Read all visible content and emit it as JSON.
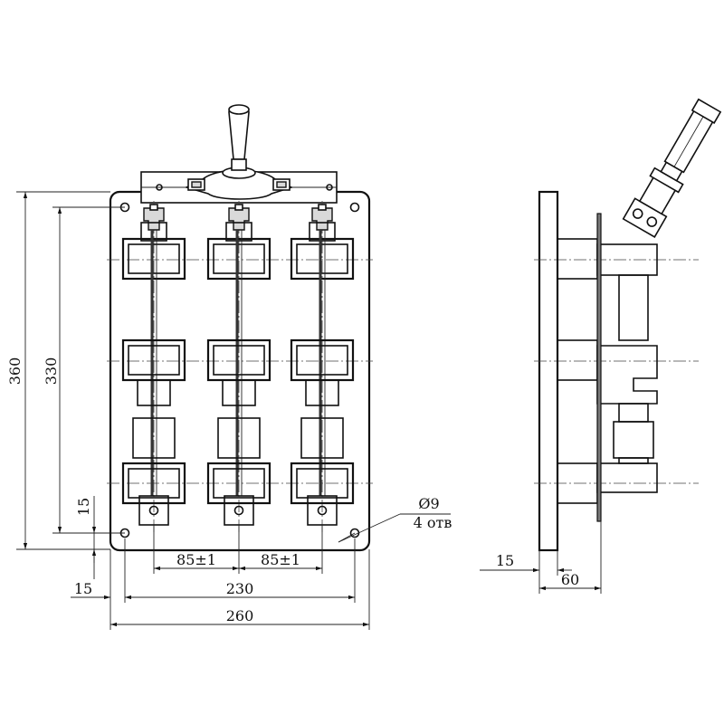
{
  "dimensions": {
    "height_overall": "360",
    "height_holes": "330",
    "bottom_offset": "15",
    "pole_pitch_left": "85±1",
    "pole_pitch_right": "85±1",
    "left_offset": "15",
    "hole_span": "230",
    "width_overall": "260",
    "side_plate_thickness": "15",
    "side_depth": "60"
  },
  "hole_note": {
    "diameter": "Ø9",
    "count": "4 отв"
  },
  "colors": {
    "line": "#111111",
    "fill_light": "#d9d9d9",
    "fill_dark": "#7a7a7a"
  }
}
